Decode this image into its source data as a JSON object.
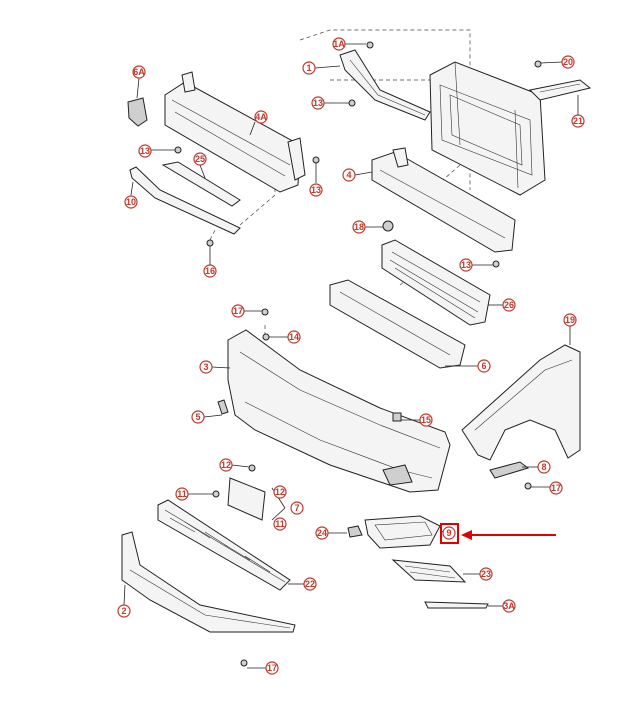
{
  "callouts": {
    "c_6A": "6A",
    "c_4A": "4A",
    "c_13a": "13",
    "c_25": "25",
    "c_13b": "13",
    "c_10": "10",
    "c_16": "16",
    "c_1A": "1A",
    "c_1": "1",
    "c_13c": "13",
    "c_20": "20",
    "c_21": "21",
    "c_4": "4",
    "c_18": "18",
    "c_13d": "13",
    "c_26": "26",
    "c_6": "6",
    "c_17a": "17",
    "c_14": "14",
    "c_3": "3",
    "c_5": "5",
    "c_15": "15",
    "c_19": "19",
    "c_8": "8",
    "c_17b": "17",
    "c_12a": "12",
    "c_11a": "11",
    "c_12b": "12",
    "c_7": "7",
    "c_11b": "11",
    "c_24": "24",
    "c_9": "9",
    "c_22": "22",
    "c_2": "2",
    "c_23": "23",
    "c_3A": "3A",
    "c_17c": "17"
  },
  "colors": {
    "callout": "#c0392b",
    "highlight": "#e00000",
    "line": "#222222"
  },
  "highlighted_part": "9"
}
